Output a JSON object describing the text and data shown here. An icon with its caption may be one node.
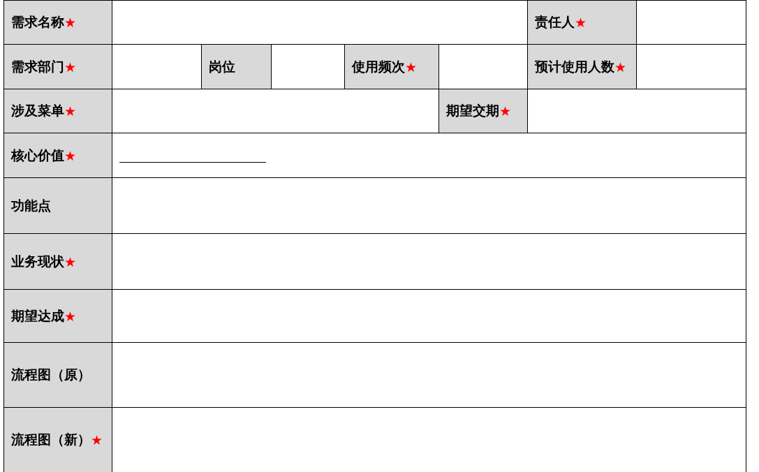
{
  "diagram": {
    "labels": [
      "需求名称★",
      "责任人★",
      "需求部门★",
      "岗位",
      "使用频次★",
      "预计使用人数★",
      "涉及菜单★",
      "期望交期★",
      "核心价值★",
      "功能点",
      "业务现状★",
      "期望达成★",
      "流程图（原）",
      "流程图（新）★"
    ]
  }
}
